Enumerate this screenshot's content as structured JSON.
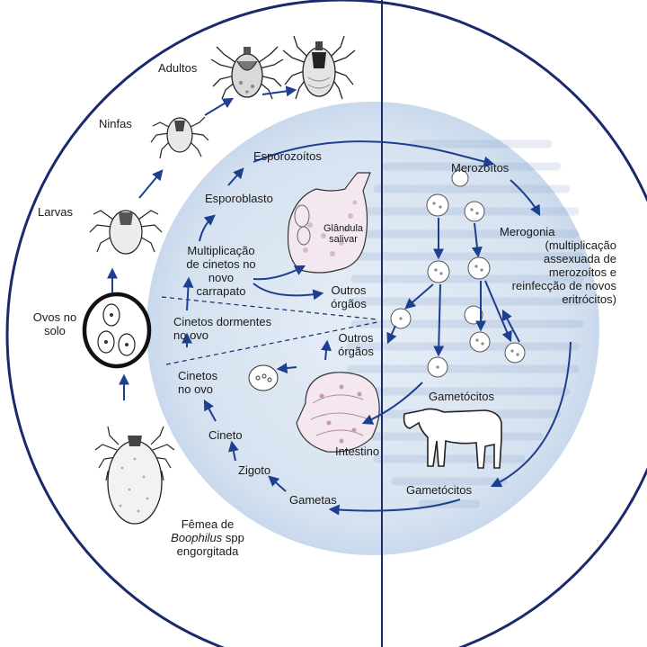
{
  "labels": {
    "adultos": "Adultos",
    "ninfas": "Ninfas",
    "larvas": "Larvas",
    "ovos_line1": "Ovos no",
    "ovos_line2": "solo",
    "femea_line1": "Fêmea de",
    "femea_genus": "Boophilus",
    "femea_spp": " spp",
    "femea_line3": "engorgitada",
    "esporozoitos": "Esporozoítos",
    "esporoblasto": "Esporoblasto",
    "glandula_line1": "Glândula",
    "glandula_line2": "salivar",
    "mult_line1": "Multiplicação",
    "mult_line2": "de cinetos no",
    "mult_line3": "novo",
    "mult_line4": "carrapato",
    "outros1_line1": "Outros",
    "outros1_line2": "órgãos",
    "cinetos_dorm_line1": "Cinetos dormentes",
    "cinetos_dorm_line2": "no ovo",
    "outros2_line1": "Outros",
    "outros2_line2": "órgãos",
    "cinetos_ovo_line1": "Cinetos",
    "cinetos_ovo_line2": "no ovo",
    "cineto": "Cineto",
    "zigoto": "Zigoto",
    "gametas": "Gametas",
    "intestino": "Intestino",
    "merozoitos": "Merozoítos",
    "merogonia_line1": "Merogonia",
    "merogonia_line2": "(multiplicação",
    "merogonia_line3": "assexuada de",
    "merogonia_line4": "merozoítos e",
    "merogonia_line5": "reinfecção de novos",
    "merogonia_line6": "eritrócitos)",
    "gametocitos1": "Gametócitos",
    "gametocitos2": "Gametócitos"
  },
  "colors": {
    "arrow": "#1d3f8f",
    "outline": "#1a2a6c",
    "inner_fill": "#dbe6f2",
    "inner_fill_light": "#eaf1f8",
    "background": "#ffffff"
  },
  "icons": [
    "adult-tick-icon",
    "adult-tick-icon",
    "nymph-tick-icon",
    "larva-tick-icon",
    "engorged-female-tick-icon",
    "egg-mass-icon",
    "salivary-gland-icon",
    "intestine-icon",
    "cow-icon",
    "erythrocyte-icon"
  ]
}
